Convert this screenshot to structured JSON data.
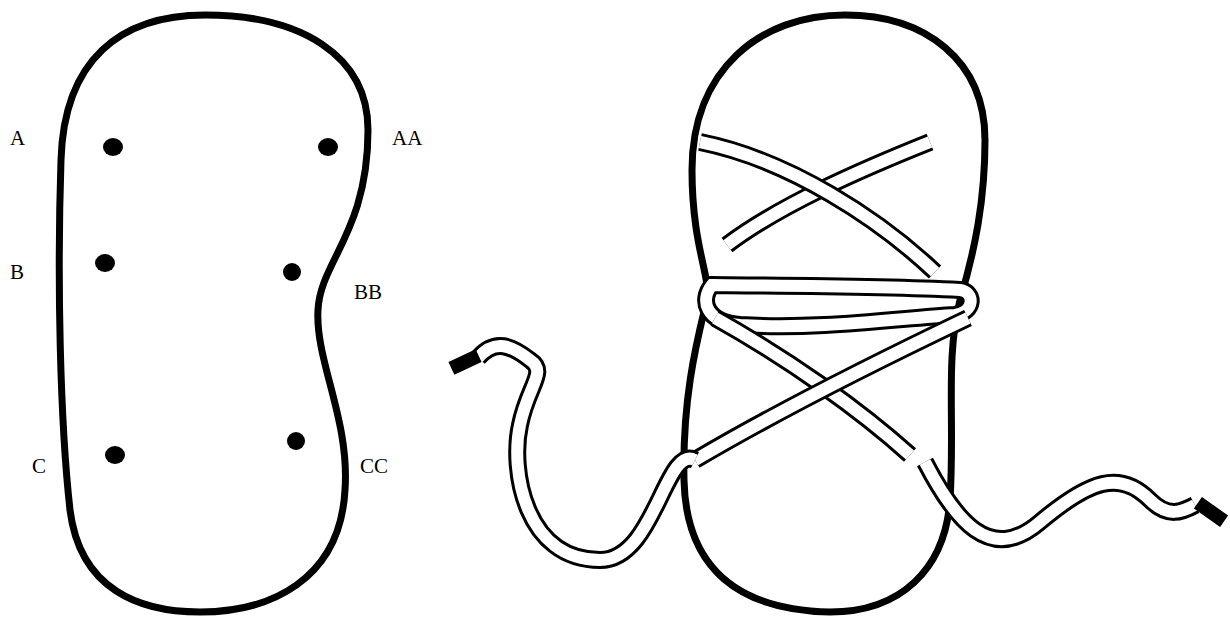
{
  "diagram": {
    "labels": [
      "A",
      "AA",
      "B",
      "BB",
      "C",
      "CC"
    ]
  }
}
